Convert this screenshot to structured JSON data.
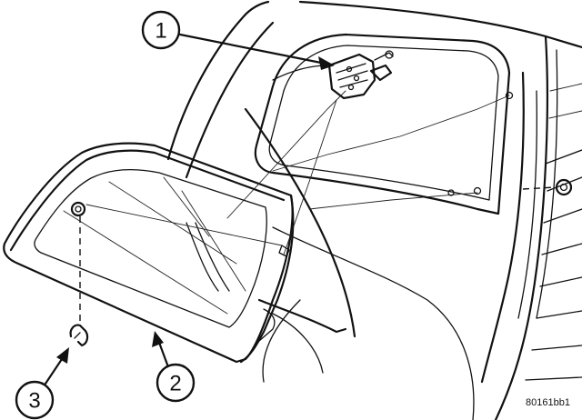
{
  "callouts": [
    {
      "number": "1"
    },
    {
      "number": "2"
    },
    {
      "number": "3"
    }
  ],
  "figure_code": "80161bb1"
}
